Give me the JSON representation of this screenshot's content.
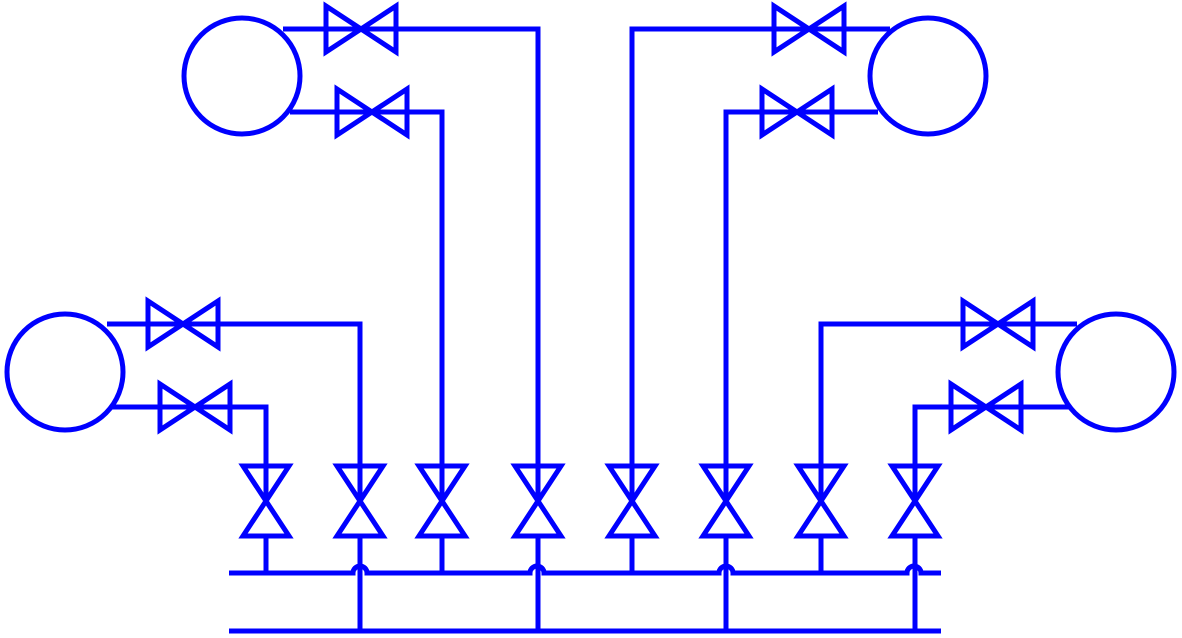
{
  "diagram": {
    "line_color": "#0000ff",
    "background_color": "#ffffff",
    "vessels": [
      {
        "id": "vessel-top-left",
        "icon": "circle-vessel-icon"
      },
      {
        "id": "vessel-top-right",
        "icon": "circle-vessel-icon"
      },
      {
        "id": "vessel-mid-left",
        "icon": "circle-vessel-icon"
      },
      {
        "id": "vessel-mid-right",
        "icon": "circle-vessel-icon"
      }
    ],
    "valve_icon": "bowtie-valve-icon",
    "valve_count": 16,
    "header_count": 2
  }
}
